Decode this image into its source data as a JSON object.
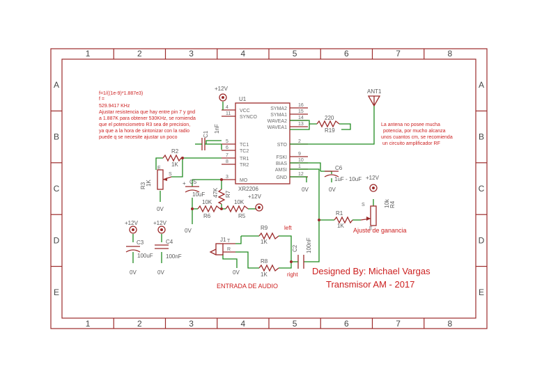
{
  "frame": {
    "columns": [
      "1",
      "2",
      "3",
      "4",
      "5",
      "6",
      "7",
      "8"
    ],
    "rows": [
      "A",
      "B",
      "C",
      "D",
      "E"
    ]
  },
  "notes": {
    "formula": [
      "f=1/((1e-9)*1.887e3)",
      "f =",
      "   529.9417 KHz",
      "Ajustar resistencia que hay entre pin 7 y gnd",
      "a 1.887K para obtener 530KHz, se romienda",
      "que el potenciometro R3 sea de precision,",
      "ya que a la hora de sintonizar con la radio",
      "puede q se necesite ajustar un poco"
    ],
    "antenna": [
      "La antena no posee mucha",
      "potencia, por mucho alcanza",
      "unos cuantos cm, se recomienda",
      "un circuito amplificador RF"
    ]
  },
  "ic": {
    "ref": "U1",
    "name": "XR2206",
    "left_pins": [
      {
        "num": "4",
        "name": "VCC"
      },
      {
        "num": "11",
        "name": "SYNCO"
      },
      {
        "num": "5",
        "name": "TC1"
      },
      {
        "num": "6",
        "name": "TC2"
      },
      {
        "num": "7",
        "name": "TR1"
      },
      {
        "num": "8",
        "name": "TR2"
      },
      {
        "num": "3",
        "name": "MO"
      }
    ],
    "right_pins": [
      {
        "num": "16",
        "name": "SYMA2"
      },
      {
        "num": "15",
        "name": "SYMA1"
      },
      {
        "num": "14",
        "name": "WAVEA2"
      },
      {
        "num": "13",
        "name": "WAVEA1"
      },
      {
        "num": "2",
        "name": "STO"
      },
      {
        "num": "9",
        "name": "FSKI"
      },
      {
        "num": "10",
        "name": "BIAS"
      },
      {
        "num": "1",
        "name": "AMSI"
      },
      {
        "num": "12",
        "name": "GND"
      }
    ]
  },
  "labels": {
    "vcc": "+12V",
    "gnd": "0V",
    "ant": "ANT1",
    "r19_val": "220",
    "r19": "R19",
    "c1": "C1",
    "c1_val": "1nF",
    "r2": "R2",
    "r2_val": "1K",
    "r3": "R3",
    "r3_val": "1K",
    "pin_e": "E",
    "pin_s": "S",
    "c5": "C5",
    "c5_val": "10uF",
    "r7": "R7",
    "r7_val": "47K",
    "r6": "R6",
    "r6_val": "10K",
    "r5": "R5",
    "r5_val": "10K",
    "c6": "C6",
    "c6_val": "1uF - 10uF",
    "r1": "R1",
    "r1_val": "1K",
    "r4": "R4",
    "r4_val": "10k",
    "gain": "Ajuste de ganancia",
    "c3": "C3",
    "c3_val": "100uF",
    "c4": "C4",
    "c4_val": "100nF",
    "j1": "J1",
    "j_t": "T",
    "j_r": "R",
    "r9": "R9",
    "r9_val": "1K",
    "r8": "R8",
    "r8_val": "1K",
    "left": "left",
    "right": "right",
    "c2": "C2",
    "c2_val": "100nF",
    "audio": "ENTRADA DE AUDIO"
  },
  "title_block": {
    "designer": "Designed By: Michael Vargas",
    "title": "Transmisor AM - 2017"
  }
}
